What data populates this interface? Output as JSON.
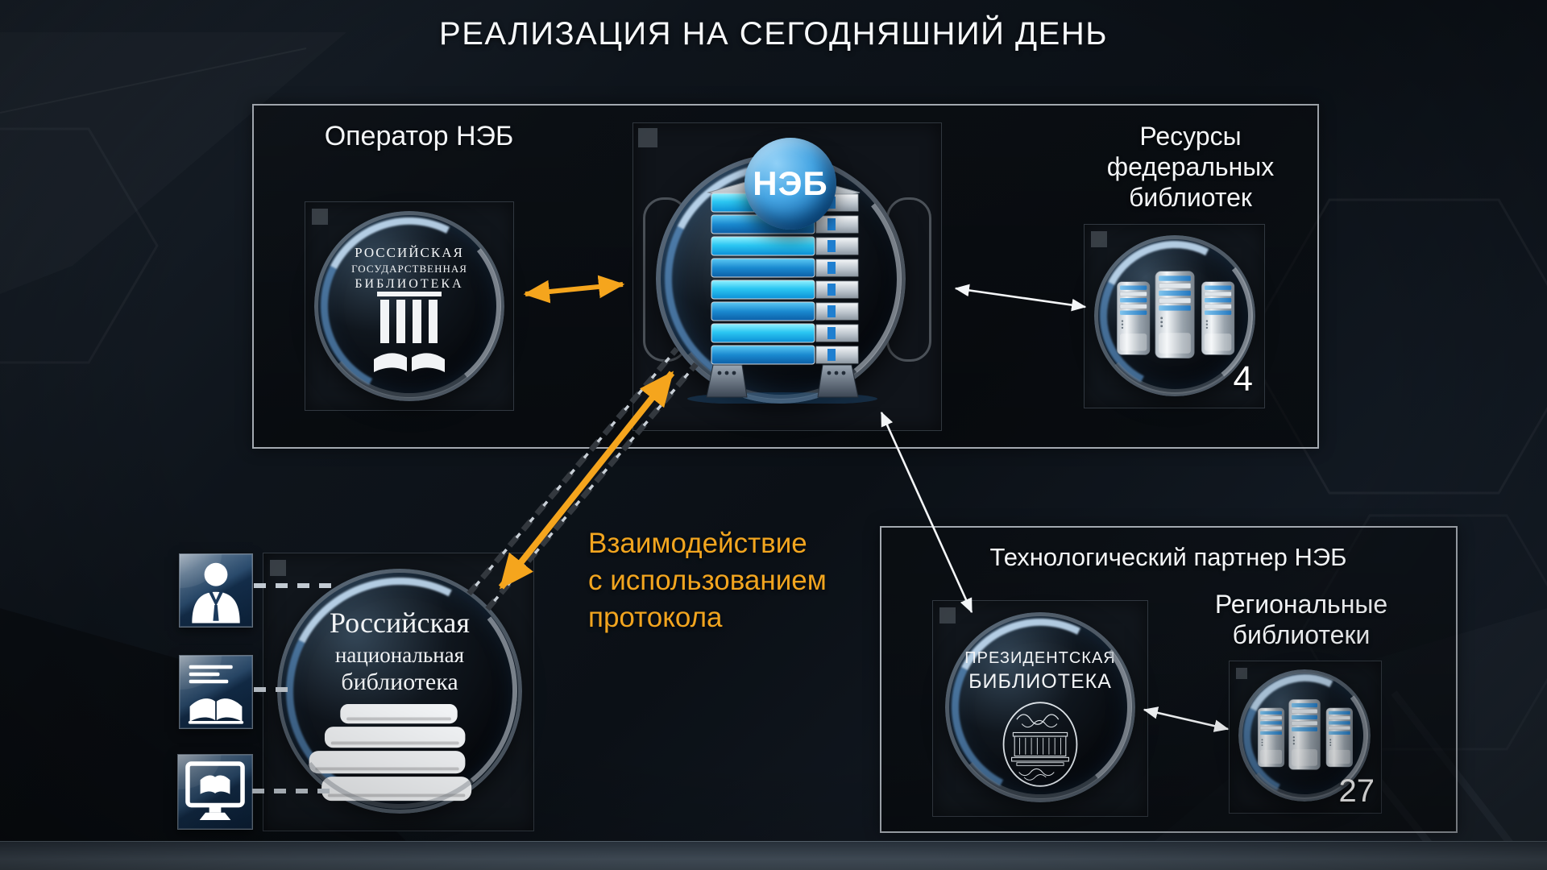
{
  "slide": {
    "title": "РЕАЛИЗАЦИЯ НА СЕГОДНЯШНИЙ ДЕНЬ"
  },
  "operator_group": {
    "label": "Оператор НЭБ",
    "rgb_logo": {
      "line1": "РОССИЙСКАЯ",
      "line2": "ГОСУДАРСТВЕННАЯ",
      "line3": "БИБЛИОТЕКА"
    },
    "hub": {
      "sphere_label": "НЭБ"
    },
    "federal_resources": {
      "label_line1": "Ресурсы",
      "label_line2": "федеральных",
      "label_line3": "библиотек",
      "count": "4"
    }
  },
  "interaction_note": {
    "line1": "Взаимодействие",
    "line2": "с использованием",
    "line3": "протокола"
  },
  "rnl": {
    "line1": "Российская",
    "line2": "национальная",
    "line3": "библиотека"
  },
  "partner_group": {
    "label": "Технологический партнер НЭБ",
    "presidential_library": {
      "line1": "ПРЕЗИДЕНТСКАЯ",
      "line2": "БИБЛИОТЕКА"
    },
    "regional_libraries": {
      "label_line1": "Региональные",
      "label_line2": "библиотеки",
      "count": "27"
    }
  },
  "icons": {
    "person": "person-icon",
    "catalog": "text-lines-open-book-icon",
    "ereader": "monitor-open-book-icon",
    "towers": "server-towers-icon",
    "stack": "data-stack-icon",
    "columns_book": "library-columns-book-icon",
    "building": "presidential-building-emblem-icon",
    "books": "book-stack-icon"
  },
  "colors": {
    "accent_orange": "#F5A51D",
    "sphere_blue": "#2E9BE0",
    "glow_cyan": "#38D6F4",
    "background": "#10161D"
  }
}
